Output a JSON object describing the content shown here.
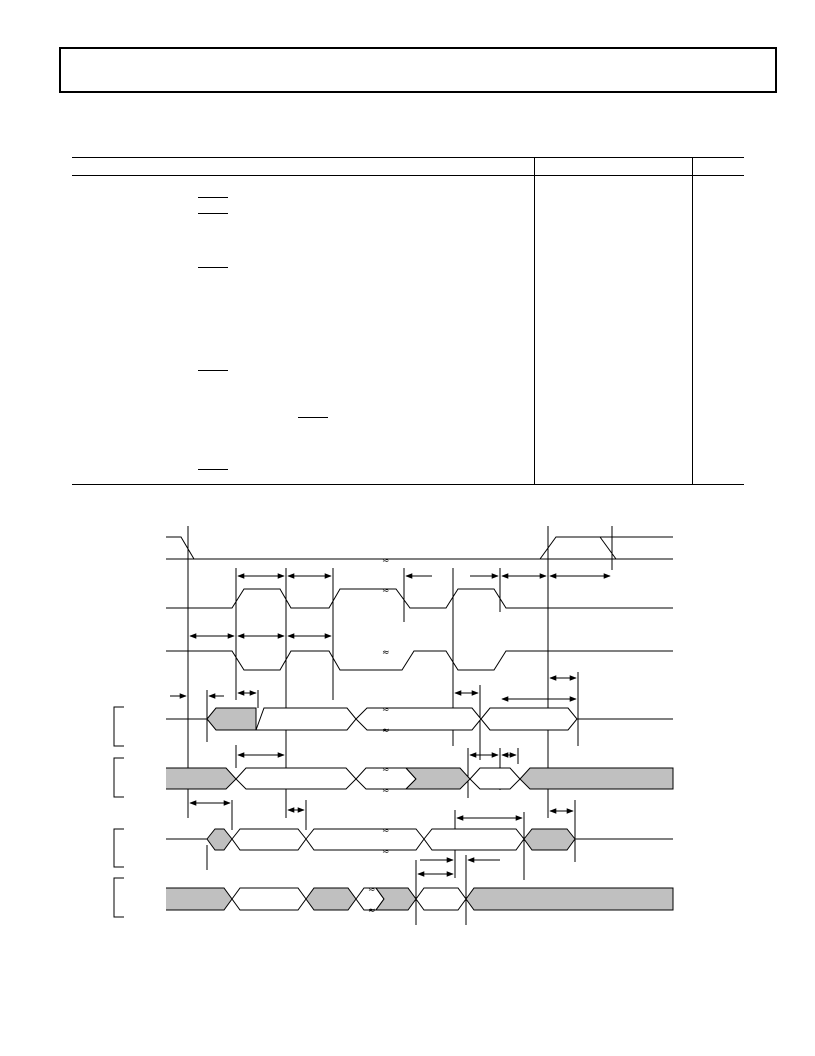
{
  "page": {
    "header_box": {},
    "spec_table": {
      "overline_bars": 6
    },
    "timing_diagram": {
      "fill_color": "#c0c0c0",
      "line_color": "#000000",
      "signal_traces": 7,
      "left_brackets": 4
    }
  }
}
